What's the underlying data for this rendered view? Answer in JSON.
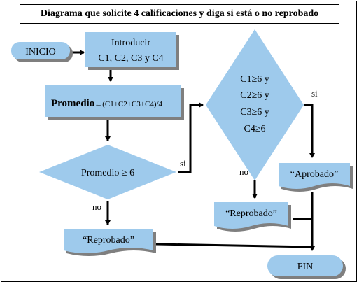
{
  "title": "Diagrama que solicite 4 calificaciones y diga si está o no reprobado",
  "nodes": {
    "inicio": "INICIO",
    "input_line1": "Introducir",
    "input_line2": "C1, C2, C3 y C4",
    "process_bold": "Promedio",
    "process_rest": "←(C1+C2+C3+C4)/4",
    "decision1": "Promedio ≥ 6",
    "decision2_line1": "C1≥6 y",
    "decision2_line2": "C2≥6 y",
    "decision2_line3": "C3≥6 y",
    "decision2_line4": "C4≥6",
    "aprobado": "“Aprobado”",
    "reprobado_right": "“Reprobado”",
    "reprobado_left": "“Reprobado”",
    "fin": "FIN"
  },
  "edge_labels": {
    "d1_yes": "si",
    "d1_no": "no",
    "d2_yes": "si",
    "d2_no": "no"
  },
  "colors": {
    "shape_fill": "#9ecaec",
    "shape_shadow": "#7f7f7f",
    "line": "#000000"
  }
}
